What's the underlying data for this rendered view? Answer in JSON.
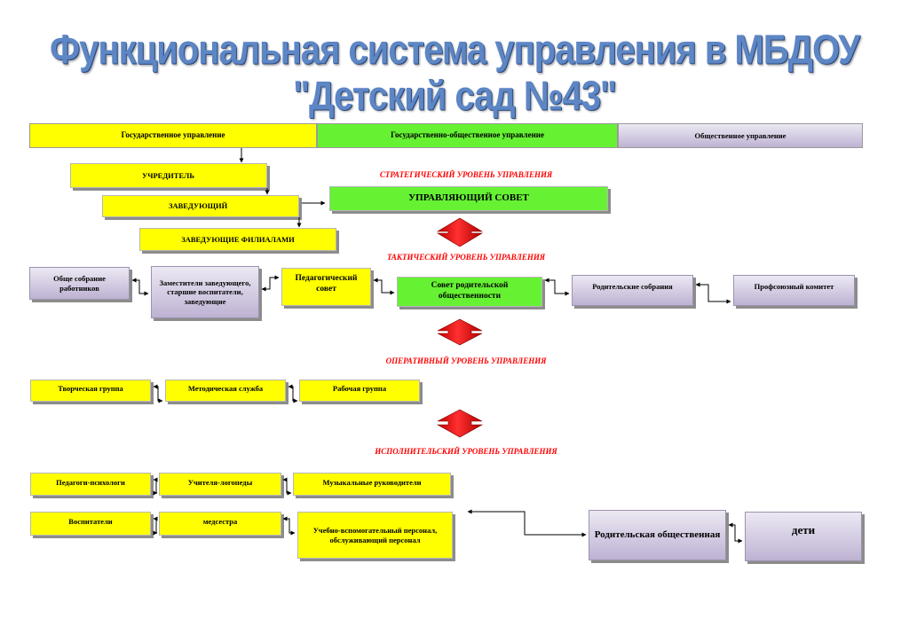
{
  "title": "Функциональная система управления в МБДОУ \"Детский сад №43\"",
  "header": {
    "state": "Государственное управление",
    "state_public": "Государственно-общественное управление",
    "public": "Общественное управление"
  },
  "levels": {
    "strategic": "СТРАТЕГИЧЕСКИЙ УРОВЕНЬ УПРАВЛЕНИЯ",
    "tactical": "ТАКТИЧЕСКИЙ  УРОВЕНЬ УПРАВЛЕНИЯ",
    "operative": "ОПЕРАТИВНЫЙ   УРОВЕНЬ УПРАВЛЕНИЯ",
    "executive": "ИСПОЛНИТЕЛЬСКИЙ    УРОВЕНЬ УПРАВЛЕНИЯ"
  },
  "strategic": {
    "founder": "УЧРЕДИТЕЛЬ",
    "head": "ЗАВЕДУЮЩИЙ",
    "branch_heads": "ЗАВЕДУЮЩИЕ ФИЛИАЛАМИ",
    "council": "УПРАВЛЯЮЩИЙ СОВЕТ"
  },
  "tactical": {
    "general_meeting": "Обще собрание работников",
    "deputies": "Заместители заведующего, старшие воспитатели, заведующие",
    "ped_council": "Педагогический совет",
    "parent_council": "Совет родительской общественности",
    "parent_meetings": "Родительские собрания",
    "trade_union": "Профсоюзный комитет"
  },
  "operative": {
    "creative_group": "Творческая группа",
    "method_service": "Методическая служба",
    "work_group": "Рабочая группа"
  },
  "executive": {
    "psychologists": "Педагоги-психологи",
    "speech_therapists": "Учителя-логопеды",
    "music_directors": "Музыкальные руководители",
    "educators": "Воспитатели",
    "nurse": "медсестра",
    "support_staff": "Учебно-вспомогательный персонал, обслуживающий персонал",
    "parents": "Родительская общественная",
    "children": "дети"
  },
  "colors": {
    "yellow": "#ffff00",
    "green": "#66f233",
    "lavender": "#d3cbe2",
    "level_red": "#ff0000",
    "title_blue": "#5d86c5"
  }
}
